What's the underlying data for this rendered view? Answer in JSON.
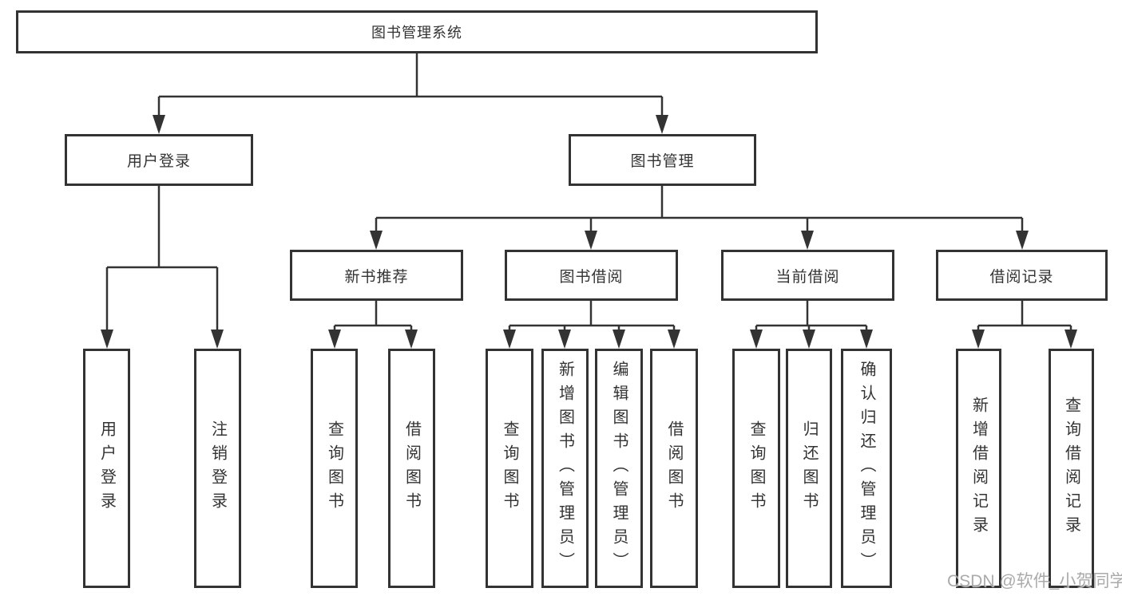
{
  "diagram": {
    "tree": {
      "label": "图书管理系统",
      "children": [
        {
          "label": "用户登录",
          "children": [
            {
              "label": "用户登录"
            },
            {
              "label": "注销登录"
            }
          ]
        },
        {
          "label": "图书管理",
          "children": [
            {
              "label": "新书推荐",
              "children": [
                {
                  "label": "查询图书"
                },
                {
                  "label": "借阅图书"
                }
              ]
            },
            {
              "label": "图书借阅",
              "children": [
                {
                  "label": "查询图书"
                },
                {
                  "label": "新增图书（管理员）"
                },
                {
                  "label": "编辑图书（管理员）"
                },
                {
                  "label": "借阅图书"
                }
              ]
            },
            {
              "label": "当前借阅",
              "children": [
                {
                  "label": "查询图书"
                },
                {
                  "label": "归还图书"
                },
                {
                  "label": "确认归还（管理员）"
                }
              ]
            },
            {
              "label": "借阅记录",
              "children": [
                {
                  "label": "新增借阅记录"
                },
                {
                  "label": "查询借阅记录"
                }
              ]
            }
          ]
        }
      ]
    },
    "colors": {
      "line": "#333333",
      "text": "#333333",
      "box_background": "#ffffff",
      "page_background": "#ffffff",
      "watermark": "#a3a3a3"
    }
  },
  "watermark": {
    "text": "CSDN @软件_小贺同学"
  }
}
